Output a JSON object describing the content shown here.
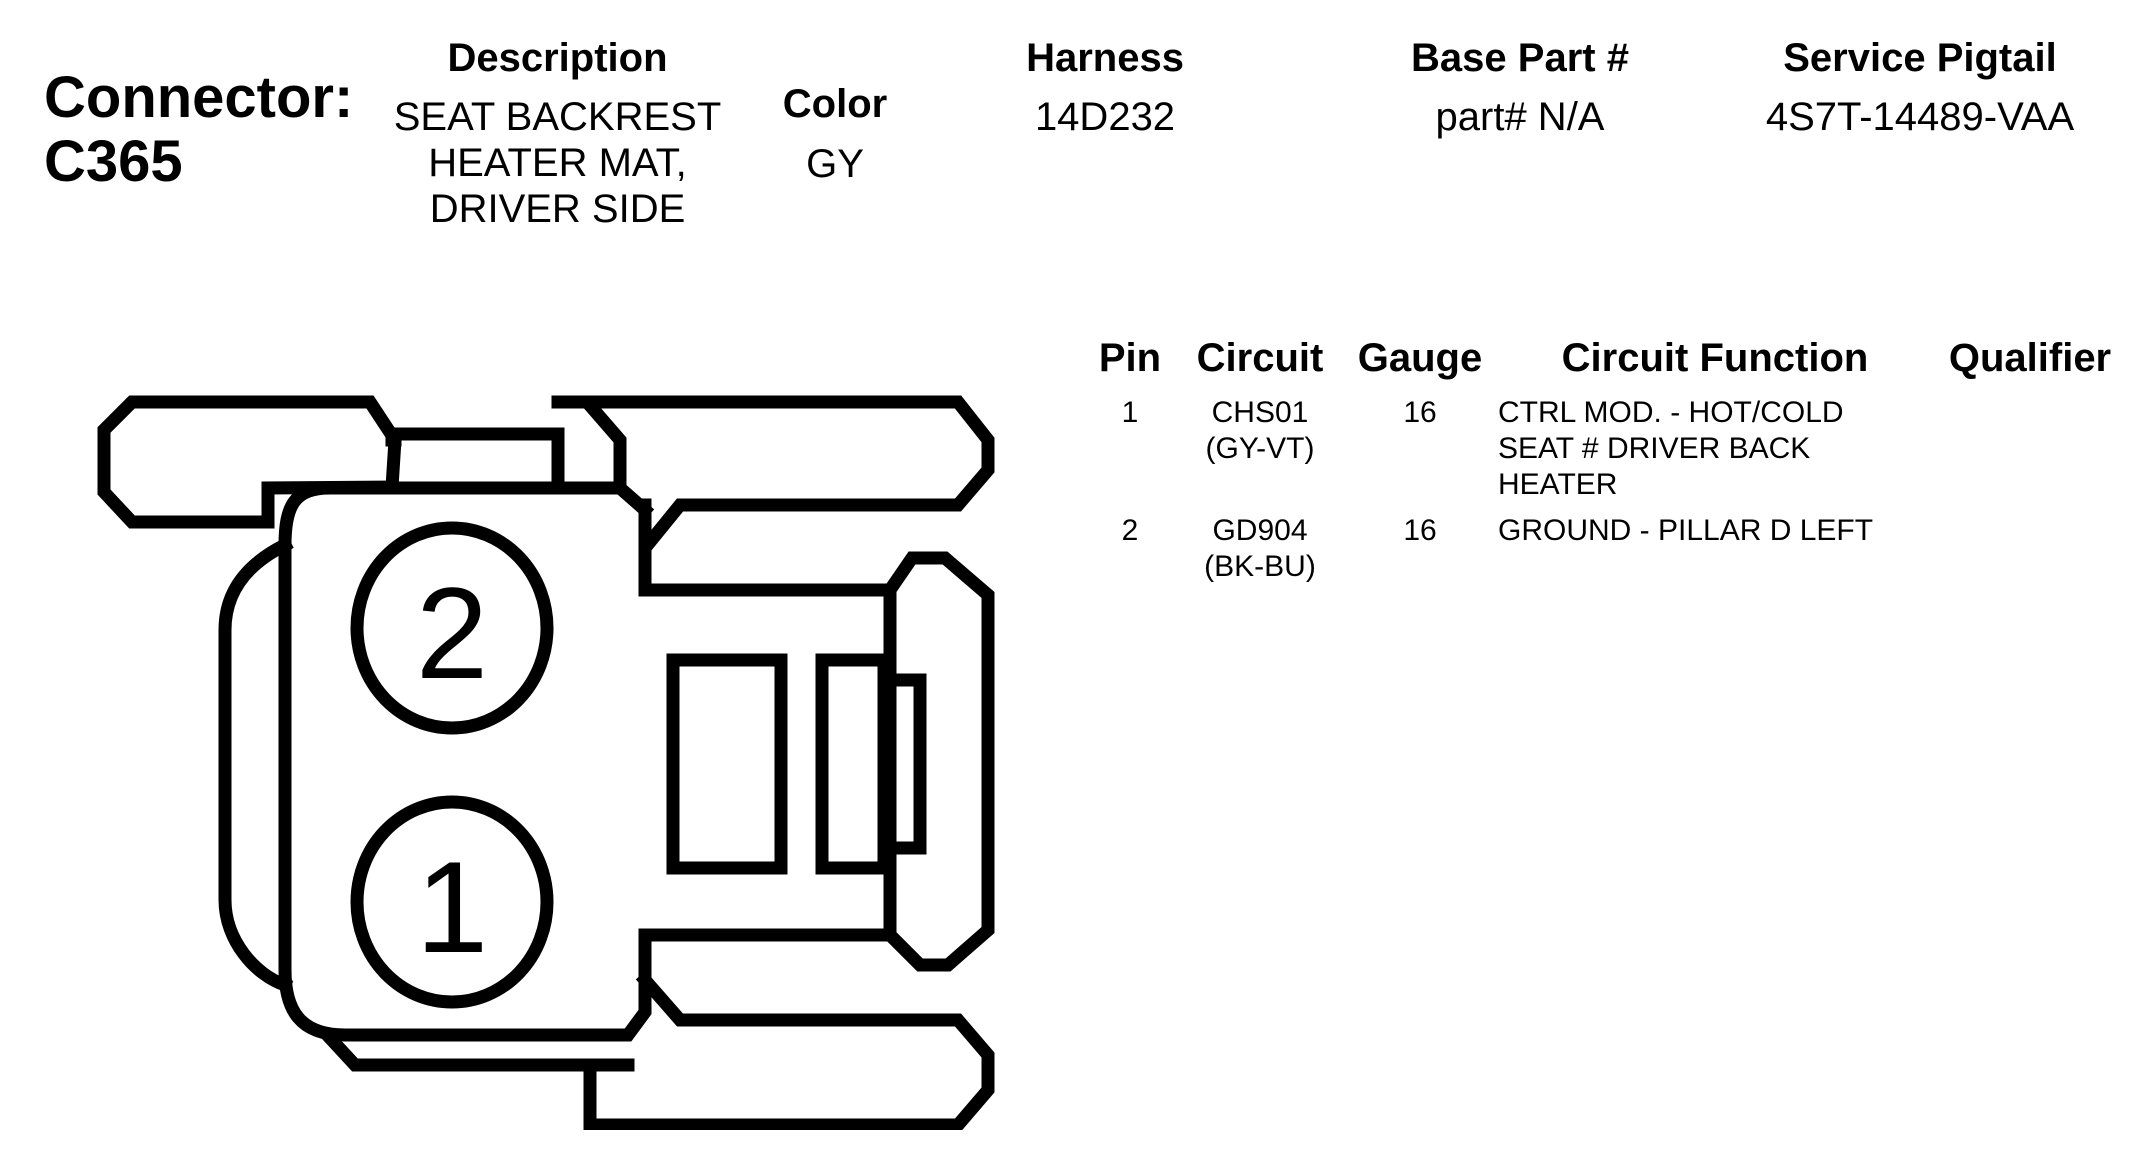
{
  "connector": {
    "label": "Connector:",
    "id": "C365"
  },
  "header": {
    "description_label": "Description",
    "description_lines": [
      "SEAT BACKREST",
      "HEATER MAT,",
      "DRIVER SIDE"
    ],
    "color_label": "Color",
    "color_value": "GY",
    "harness_label": "Harness",
    "harness_value": "14D232",
    "base_part_label": "Base Part #",
    "base_part_value": "part# N/A",
    "service_pigtail_label": "Service Pigtail",
    "service_pigtail_value": "4S7T-14489-VAA"
  },
  "pin_table": {
    "columns": [
      "Pin",
      "Circuit",
      "Gauge",
      "Circuit Function",
      "Qualifier"
    ],
    "rows": [
      {
        "pin": "1",
        "circuit_lines": [
          "CHS01",
          "(GY-VT)"
        ],
        "gauge": "16",
        "function_lines": [
          "CTRL MOD. - HOT/COLD",
          "SEAT # DRIVER BACK",
          "HEATER"
        ],
        "qualifier": ""
      },
      {
        "pin": "2",
        "circuit_lines": [
          "GD904",
          "(BK-BU)"
        ],
        "gauge": "16",
        "function_lines": [
          "GROUND - PILLAR D LEFT"
        ],
        "qualifier": ""
      }
    ]
  },
  "drawing": {
    "pin_labels": [
      "2",
      "1"
    ],
    "stroke_color": "#000000",
    "background_color": "#ffffff"
  }
}
